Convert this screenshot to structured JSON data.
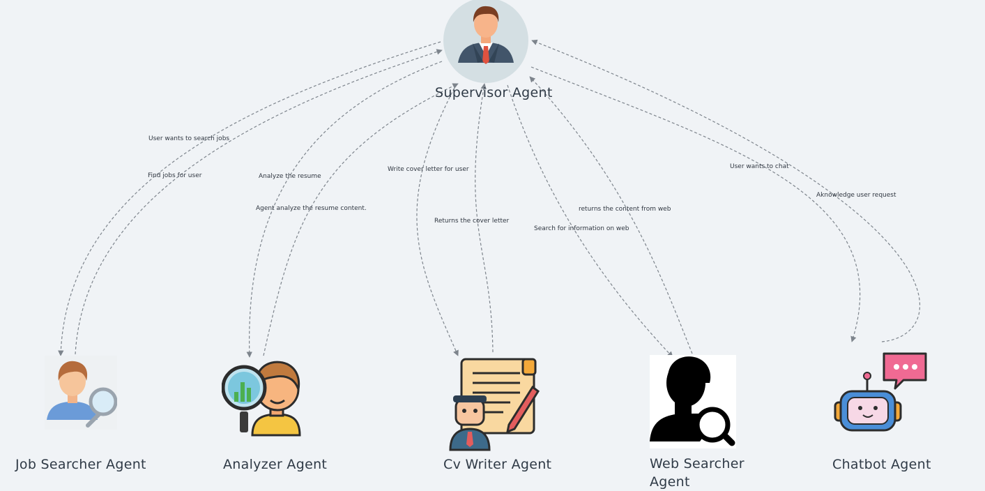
{
  "nodes": {
    "supervisor": {
      "label": "Supervisor Agent"
    },
    "job_searcher": {
      "label": "Job Searcher Agent"
    },
    "analyzer": {
      "label": "Analyzer Agent"
    },
    "cv_writer": {
      "label": "Cv Writer Agent"
    },
    "web_searcher": {
      "label": "Web Searcher Agent"
    },
    "chatbot": {
      "label": "Chatbot Agent"
    }
  },
  "edges": [
    {
      "id": "e1",
      "from": "supervisor",
      "to": "job_searcher",
      "label": "User wants to search jobs"
    },
    {
      "id": "e2",
      "from": "job_searcher",
      "to": "supervisor",
      "label": "Find jobs for user"
    },
    {
      "id": "e3",
      "from": "supervisor",
      "to": "analyzer",
      "label": "Analyze the resume"
    },
    {
      "id": "e4",
      "from": "analyzer",
      "to": "supervisor",
      "label": "Agent analyze the resume content."
    },
    {
      "id": "e5",
      "from": "supervisor",
      "to": "cv_writer",
      "label": "Write cover letter for user"
    },
    {
      "id": "e6",
      "from": "cv_writer",
      "to": "supervisor",
      "label": "Returns the cover letter"
    },
    {
      "id": "e7",
      "from": "supervisor",
      "to": "web_searcher",
      "label": "Search for information on web"
    },
    {
      "id": "e8",
      "from": "web_searcher",
      "to": "supervisor",
      "label": "returns the content from web"
    },
    {
      "id": "e9",
      "from": "supervisor",
      "to": "chatbot",
      "label": "User wants to chat"
    },
    {
      "id": "e10",
      "from": "chatbot",
      "to": "supervisor",
      "label": "Aknowledge user request"
    }
  ],
  "icons": {
    "supervisor": "businessman-avatar-icon",
    "job_searcher": "user-search-icon",
    "analyzer": "data-analyst-icon",
    "cv_writer": "document-writer-icon",
    "web_searcher": "person-search-silhouette-icon",
    "chatbot": "robot-chat-icon"
  },
  "colors": {
    "background": "#f0f3f6",
    "edge": "#7d848c",
    "text": "#2f3a46"
  }
}
